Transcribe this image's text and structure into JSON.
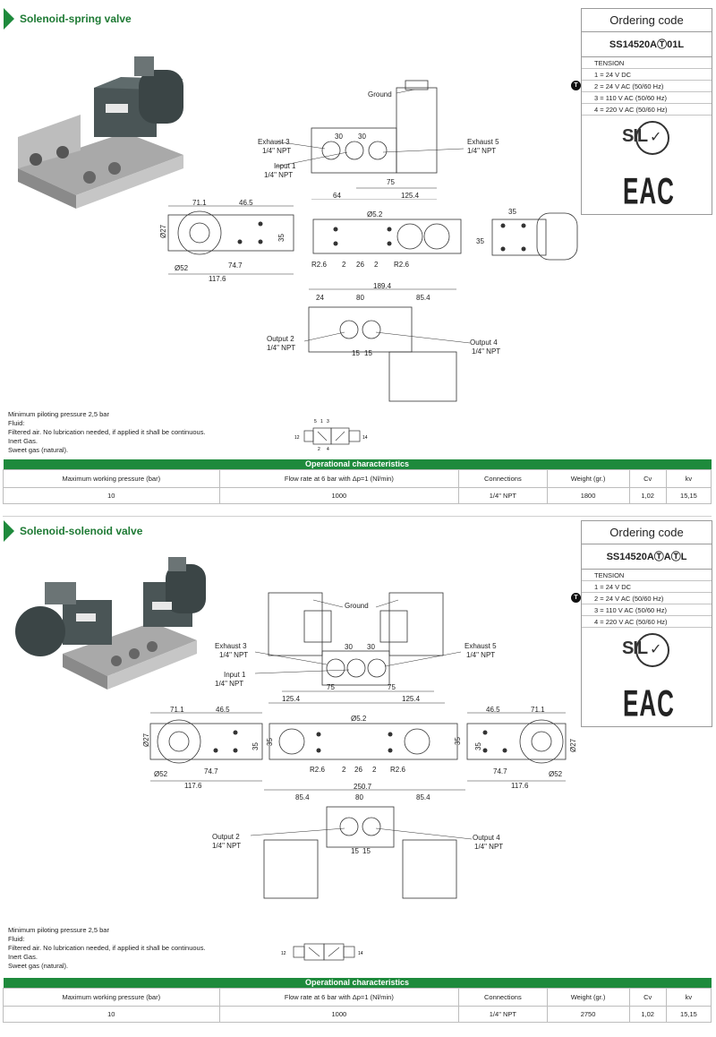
{
  "sections": [
    {
      "title": "Solenoid-spring valve",
      "ordering": {
        "heading": "Ordering code",
        "code": "SS14520AⓉ01L",
        "tension_label": "TENSION",
        "options": [
          "1 = 24 V DC",
          "2 = 24 V AC (50/60 Hz)",
          "3 = 110 V AC (50/60 Hz)",
          "4 = 220 V AC (50/60 Hz)"
        ],
        "marker": "T"
      },
      "labels": {
        "ground": "Ground",
        "exhaust3": "Exhaust 3",
        "exhaust3_size": "1/4\" NPT",
        "input1": "Input 1",
        "input1_size": "1/4\" NPT",
        "exhaust5": "Exhaust 5",
        "exhaust5_size": "1/4\" NPT",
        "output2": "Output 2",
        "output2_size": "1/4\" NPT",
        "output4": "Output 4",
        "output4_size": "1/4\" NPT",
        "d30a": "30",
        "d30b": "30",
        "d75": "75",
        "d64": "64",
        "d125": "125.4",
        "d71": "71.1",
        "d46": "46.5",
        "d27": "Ø27",
        "d35": "35",
        "d52": "Ø52",
        "d747": "74.7",
        "d1176": "117.6",
        "d52s": "Ø5.2",
        "r26a": "R2.6",
        "r26b": "R2.6",
        "d2a": "2",
        "d26": "26",
        "d2b": "2",
        "d35r": "35",
        "d35rv": "35",
        "d1894": "189.4",
        "d24": "24",
        "d80": "80",
        "d854": "85.4",
        "d15a": "15",
        "d15b": "15"
      },
      "notes": [
        "Minimum piloting pressure 2,5 bar",
        "Fluid:",
        "Filtered air. No lubrication needed, if applied it shall be continuous.",
        "Inert Gas.",
        "Sweet gas (natural)."
      ],
      "table": {
        "title": "Operational characteristics",
        "headers": [
          "Maximum working pressure (bar)",
          "Flow rate at 6 bar with Δp=1 (Nl/min)",
          "Connections",
          "Weight (gr.)",
          "Cv",
          "kv"
        ],
        "values": [
          "10",
          "1000",
          "1/4\" NPT",
          "1800",
          "1,02",
          "15,15"
        ]
      }
    },
    {
      "title": "Solenoid-solenoid valve",
      "ordering": {
        "heading": "Ordering code",
        "code": "SS14520AⓉAⓉL",
        "tension_label": "TENSION",
        "options": [
          "1 = 24 V DC",
          "2 = 24 V AC (50/60 Hz)",
          "3 = 110 V AC (50/60 Hz)",
          "4 = 220 V AC (50/60 Hz)"
        ],
        "marker": "T"
      },
      "labels": {
        "ground": "Ground",
        "exhaust3": "Exhaust 3",
        "exhaust3_size": "1/4\" NPT",
        "input1": "Input 1",
        "input1_size": "1/4\" NPT",
        "exhaust5": "Exhaust 5",
        "exhaust5_size": "1/4\" NPT",
        "output2": "Output 2",
        "output2_size": "1/4\" NPT",
        "output4": "Output 4",
        "output4_size": "1/4\" NPT",
        "d30a": "30",
        "d30b": "30",
        "d75a": "75",
        "d75b": "75",
        "d125a": "125.4",
        "d125b": "125.4",
        "d71": "71.1",
        "d46": "46.5",
        "d27": "Ø27",
        "d35": "35",
        "d52": "Ø52",
        "d747": "74.7",
        "d1176": "117.6",
        "d52s": "Ø5.2",
        "r26a": "R2.6",
        "r26b": "R2.6",
        "d2a": "2",
        "d26": "26",
        "d2b": "2",
        "d35c": "35",
        "d35d": "35",
        "r71": "71.1",
        "r46": "46.5",
        "r27": "Ø27",
        "r35": "35",
        "r52": "Ø52",
        "r747": "74.7",
        "r1176": "117.6",
        "d2507": "250.7",
        "d854a": "85.4",
        "d80": "80",
        "d854b": "85.4",
        "d15a": "15",
        "d15b": "15"
      },
      "notes": [
        "Minimum piloting pressure 2,5 bar",
        "Fluid:",
        "Filtered air. No lubrication needed, if applied it shall be continuous.",
        "Inert Gas.",
        "Sweet gas (natural)."
      ],
      "table": {
        "title": "Operational characteristics",
        "headers": [
          "Maximum working pressure (bar)",
          "Flow rate at 6 bar with Δp=1 (Nl/min)",
          "Connections",
          "Weight (gr.)",
          "Cv",
          "kv"
        ],
        "values": [
          "10",
          "1000",
          "1/4\" NPT",
          "2750",
          "1,02",
          "15,15"
        ]
      }
    }
  ],
  "symbol_ports": {
    "p12": "12",
    "p14": "14",
    "p5": "5",
    "p1": "1",
    "p3": "3",
    "p2": "2",
    "p4": "4"
  },
  "cert_labels": {
    "sil": "SIL",
    "eac": "EAC"
  }
}
